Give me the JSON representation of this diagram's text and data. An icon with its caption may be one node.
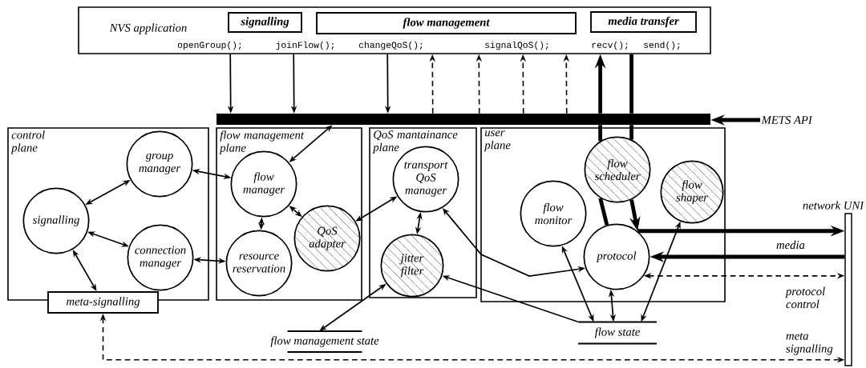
{
  "diagram": {
    "nodes": [
      {
        "text": [
          "NVS application",
          "openGroup();",
          "joinFlow();",
          "changeQoS();",
          "signalQoS();",
          "recv();",
          "send();"
        ]
      },
      {
        "text": [
          "signalling"
        ],
        "in": 0
      },
      {
        "text": [
          "flow management"
        ],
        "in": 0
      },
      {
        "text": [
          "media transfer"
        ],
        "in": 0
      },
      {
        "text": [],
        "shape": "bar"
      },
      {
        "text": [
          "METS API"
        ]
      },
      {
        "text": [
          "control plane"
        ]
      },
      {
        "text": [
          "group manager"
        ],
        "in": 6
      },
      {
        "text": [
          "signalling"
        ],
        "in": 6
      },
      {
        "text": [
          "connection manager"
        ],
        "in": 6
      },
      {
        "text": [
          "meta-signalling"
        ]
      },
      {
        "text": [
          "flow management plane"
        ]
      },
      {
        "text": [
          "flow manager"
        ],
        "in": 11
      },
      {
        "text": [
          "QoS adapter"
        ],
        "in": 11
      },
      {
        "text": [
          "resource reservation"
        ],
        "in": 11
      },
      {
        "text": [
          "QoS mantainance plane"
        ]
      },
      {
        "text": [
          "transport QoS manager"
        ],
        "in": 15
      },
      {
        "text": [
          "jitter filter"
        ],
        "in": 15
      },
      {
        "text": [
          "user plane"
        ]
      },
      {
        "text": [
          "flow scheduler"
        ],
        "in": 18
      },
      {
        "text": [
          "flow monitor"
        ],
        "in": 18
      },
      {
        "text": [
          "protocol"
        ],
        "in": 18
      },
      {
        "text": [
          "flow shaper"
        ],
        "in": 18
      },
      {
        "text": [
          "network UNI"
        ]
      },
      {
        "text": [
          "flow management state"
        ]
      },
      {
        "text": [
          "flow state"
        ]
      }
    ],
    "edges": [
      {
        "from": 0,
        "to": 4,
        "arrow": "to"
      },
      {
        "from": 0,
        "to": 4,
        "arrow": "to"
      },
      {
        "from": 0,
        "to": 4,
        "arrow": "to"
      },
      {
        "from": 4,
        "to": 0,
        "arrow": "to",
        "style": "dashed"
      },
      {
        "from": 4,
        "to": 0,
        "arrow": "to",
        "style": "dashed"
      },
      {
        "from": 4,
        "to": 0,
        "arrow": "to",
        "style": "dashed"
      },
      {
        "from": 4,
        "to": 0,
        "arrow": "to",
        "style": "dashed"
      },
      {
        "from": 4,
        "to": 0,
        "arrow": "to",
        "style": "thick"
      },
      {
        "from": 0,
        "to": 4,
        "arrow": "none",
        "style": "thick"
      },
      {
        "from": 21,
        "to": 19,
        "arrow": "none",
        "style": "thick"
      },
      {
        "from": 19,
        "to": 21,
        "arrow": "to",
        "style": "thick"
      },
      {
        "from": 21,
        "to": 23,
        "arrow": "to",
        "style": "thick",
        "label": "media"
      },
      {
        "from": 23,
        "to": 21,
        "arrow": "to",
        "style": "thick"
      },
      {
        "from": 21,
        "to": 23,
        "arrow": "both",
        "style": "dashed",
        "label": "protocol control"
      },
      {
        "from": 10,
        "to": 23,
        "arrow": "both",
        "style": "dashed",
        "label": "meta signalling"
      },
      {
        "from": 5,
        "to": 4,
        "arrow": "to",
        "style": "thick"
      },
      {
        "from": 4,
        "to": 12,
        "arrow": "both"
      },
      {
        "from": 7,
        "to": 12,
        "arrow": "both"
      },
      {
        "from": 8,
        "to": 7,
        "arrow": "both"
      },
      {
        "from": 8,
        "to": 9,
        "arrow": "both"
      },
      {
        "from": 8,
        "to": 10,
        "arrow": "both"
      },
      {
        "from": 9,
        "to": 14,
        "arrow": "both"
      },
      {
        "from": 12,
        "to": 14,
        "arrow": "both"
      },
      {
        "from": 12,
        "to": 13,
        "arrow": "both"
      },
      {
        "from": 13,
        "to": 16,
        "arrow": "both"
      },
      {
        "from": 16,
        "to": 17,
        "arrow": "both"
      },
      {
        "from": 24,
        "to": 17,
        "arrow": "both"
      },
      {
        "from": 25,
        "to": 17,
        "arrow": "to"
      },
      {
        "from": 16,
        "to": 21,
        "arrow": "both"
      },
      {
        "from": 20,
        "to": 25,
        "arrow": "both"
      },
      {
        "from": 21,
        "to": 25,
        "arrow": "both"
      },
      {
        "from": 25,
        "to": 22,
        "arrow": "both"
      },
      {
        "from": 19,
        "to": 4,
        "arrow": "none",
        "style": "thick"
      },
      {
        "from": 4,
        "to": 19,
        "arrow": "none",
        "style": "thick"
      }
    ]
  }
}
